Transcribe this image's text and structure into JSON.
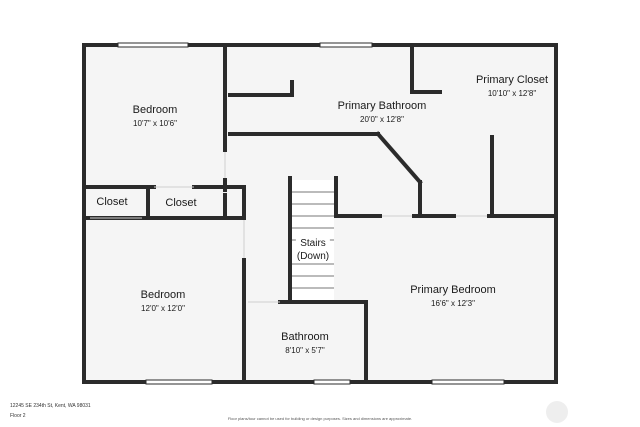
{
  "plan": {
    "wall_color": "#2b2b2b",
    "floor_color": "#f5f5f5",
    "window_color": "#ffffff"
  },
  "rooms": {
    "bedroom_top": {
      "name": "Bedroom",
      "dims": "10'7\" x 10'6\""
    },
    "primary_bathroom": {
      "name": "Primary Bathroom",
      "dims": "20'0\" x 12'8\""
    },
    "primary_closet": {
      "name": "Primary Closet",
      "dims": "10'10\" x 12'8\""
    },
    "closet_left": {
      "name": "Closet"
    },
    "closet_right": {
      "name": "Closet"
    },
    "stairs": {
      "line1": "Stairs",
      "line2": "(Down)"
    },
    "bedroom_bottom": {
      "name": "Bedroom",
      "dims": "12'0\" x 12'0\""
    },
    "primary_bedroom": {
      "name": "Primary Bedroom",
      "dims": "16'6\" x 12'3\""
    },
    "bathroom": {
      "name": "Bathroom",
      "dims": "8'10\" x 5'7\""
    }
  },
  "footer": {
    "address": "12245 SE 234th St, Kent, WA 98031",
    "floor": "Floor 2",
    "disclaimer": "Floor plans/tour cannot be used for building or design purposes. Sizes and dimensions are approximate."
  }
}
